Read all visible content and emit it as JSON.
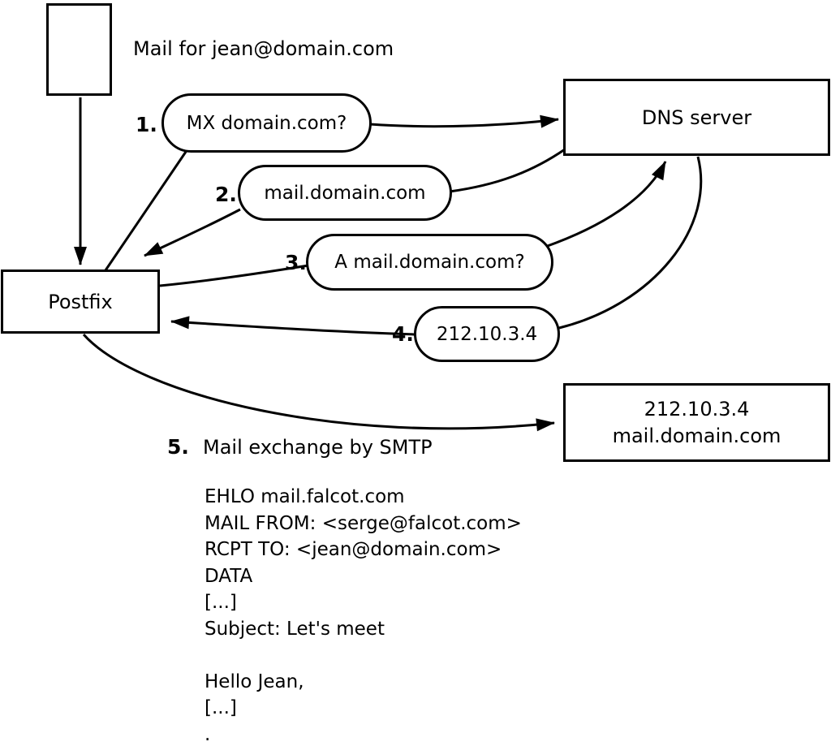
{
  "title": "Mail for jean@domain.com",
  "nodes": {
    "postfix": {
      "label": "Postfix"
    },
    "dns": {
      "label": "DNS server"
    },
    "mailserver": {
      "line1": "212.10.3.4",
      "line2": "mail.domain.com"
    }
  },
  "steps": [
    {
      "num": "1.",
      "label": "MX domain.com?"
    },
    {
      "num": "2.",
      "label": "mail.domain.com"
    },
    {
      "num": "3.",
      "label": "A mail.domain.com?"
    },
    {
      "num": "4.",
      "label": "212.10.3.4"
    },
    {
      "num": "5.",
      "label": "Mail exchange by SMTP"
    }
  ],
  "smtp_session": {
    "lines": [
      "EHLO mail.falcot.com",
      "MAIL FROM: <serge@falcot.com>",
      "RCPT TO: <jean@domain.com>",
      "DATA",
      "[...]",
      "Subject: Let's meet",
      "",
      "Hello Jean,",
      "[...]",
      "."
    ]
  }
}
